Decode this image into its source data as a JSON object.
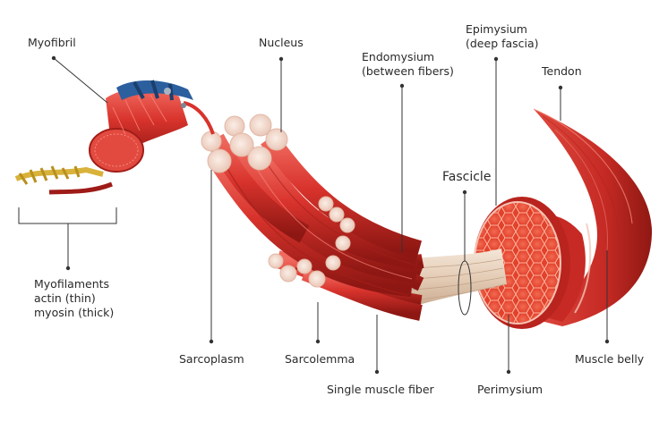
{
  "labels": {
    "myofibril": "Myofibril",
    "nucleus": "Nucleus",
    "endomysium_1": "Endomysium",
    "endomysium_2": "(between fibers)",
    "epimysium_1": "Epimysium",
    "epimysium_2": "(deep fascia)",
    "tendon": "Tendon",
    "fascicle": "Fascicle",
    "myofilaments_1": "Myofilaments",
    "myofilaments_2": "actin (thin)",
    "myofilaments_3": "myosin (thick)",
    "sarcoplasm": "Sarcoplasm",
    "sarcolemma": "Sarcolemma",
    "single_fiber": "Single muscle fiber",
    "perimysium": "Perimysium",
    "muscle_belly": "Muscle belly"
  },
  "colors": {
    "muscle_red": "#d8332c",
    "muscle_dark": "#9e1b17",
    "fiber_end": "#f3d9cc",
    "tendon_tan": "#e7d3bf",
    "sarcolemma_blue": "#2c5f9e",
    "actin_gold": "#d8b23a",
    "leader_line": "#333333"
  }
}
